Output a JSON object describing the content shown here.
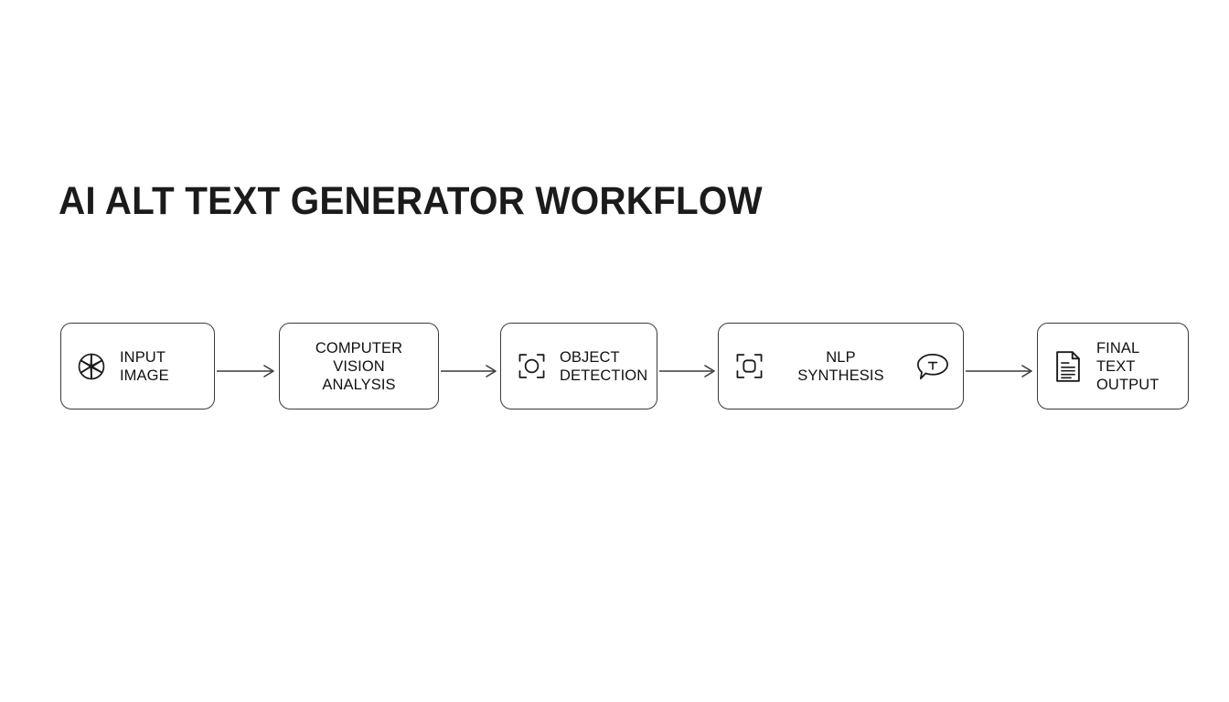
{
  "page": {
    "title": "AI ALT TEXT GENERATOR WORKFLOW",
    "background_color": "#ffffff",
    "stroke_color": "#3a3a3c",
    "text_color": "#111113"
  },
  "workflow": {
    "nodes": [
      {
        "id": "input-image",
        "label": "INPUT\nIMAGE",
        "icon": "aperture-icon",
        "secondary_icon": null,
        "align": "left"
      },
      {
        "id": "computer-vision-analysis",
        "label": "COMPUTER VISION\nANALYSIS",
        "icon": null,
        "secondary_icon": null,
        "align": "center"
      },
      {
        "id": "object-detection",
        "label": "OBJECT\nDETECTION",
        "icon": "scan-circle-icon",
        "secondary_icon": null,
        "align": "left"
      },
      {
        "id": "nlp-synthesis",
        "label": "NLP\nSYNTHESIS",
        "icon": "scan-square-icon",
        "secondary_icon": "text-bubble-icon",
        "align": "center"
      },
      {
        "id": "final-text-output",
        "label": "FINAL TEXT\nOUTPUT",
        "icon": "document-icon",
        "secondary_icon": null,
        "align": "left"
      }
    ],
    "connectors": [
      {
        "id": "connector-1",
        "from": "input-image",
        "to": "computer-vision-analysis"
      },
      {
        "id": "connector-2",
        "from": "computer-vision-analysis",
        "to": "object-detection"
      },
      {
        "id": "connector-3",
        "from": "object-detection",
        "to": "nlp-synthesis"
      },
      {
        "id": "connector-4",
        "from": "nlp-synthesis",
        "to": "final-text-output"
      }
    ]
  }
}
